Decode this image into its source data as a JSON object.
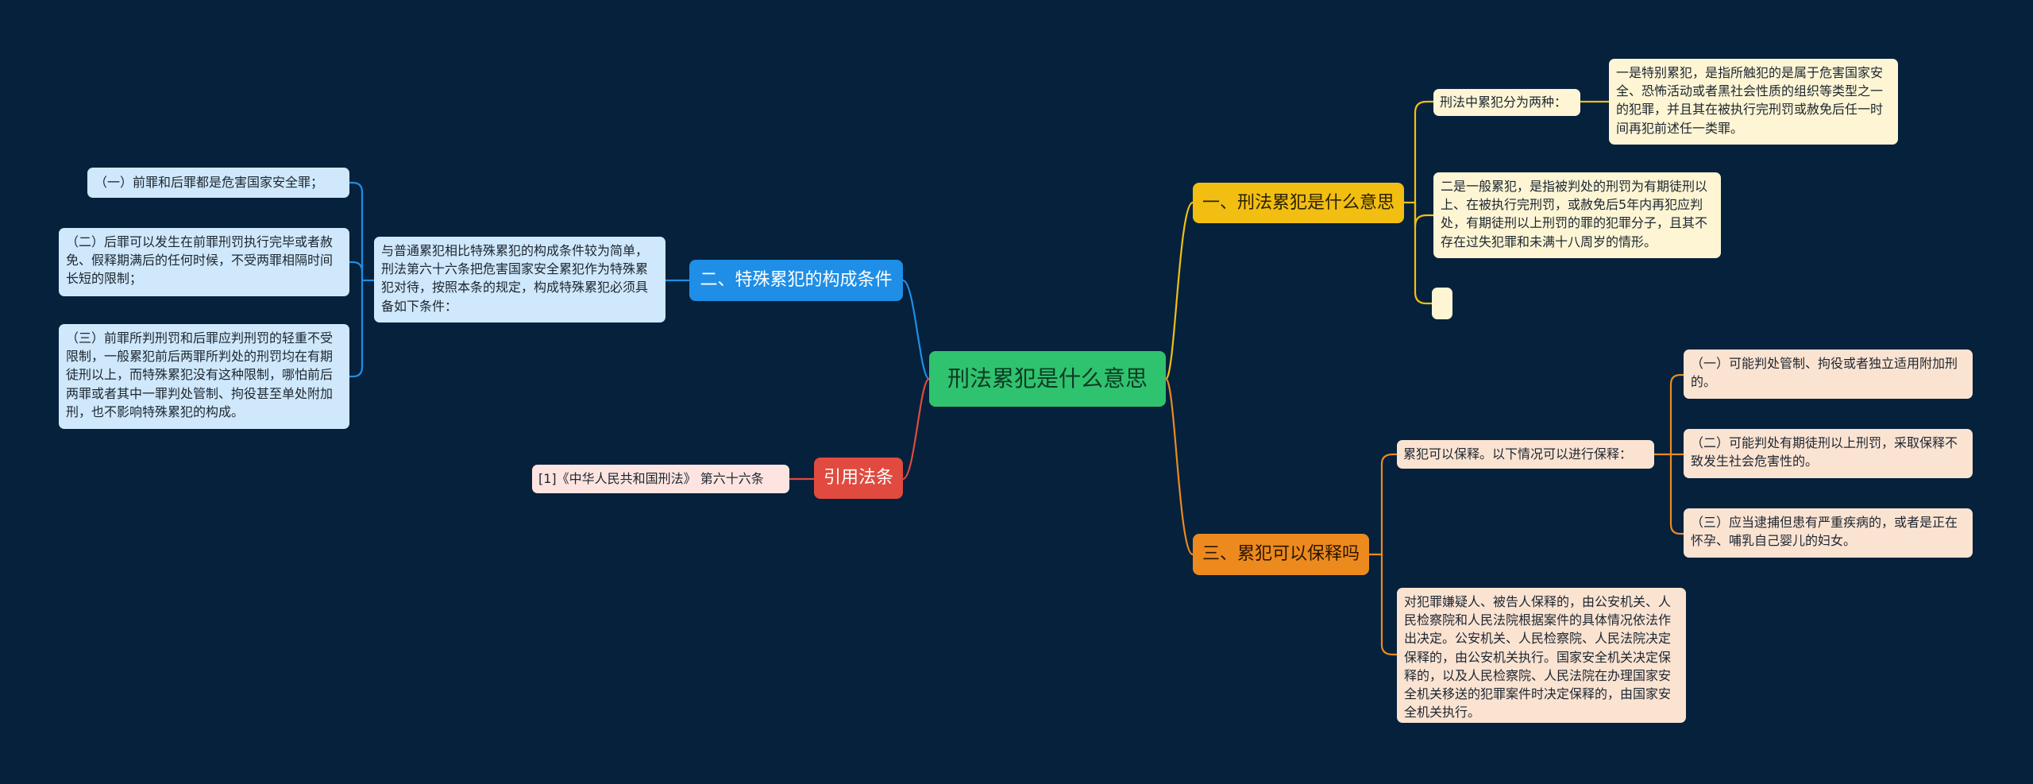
{
  "mindmap": {
    "root": "刑法累犯是什么意思",
    "branch1": {
      "title": "一、刑法累犯是什么意思",
      "sub_title": "刑法中累犯分为两种：",
      "special": "一是特别累犯，是指所触犯的是属于危害国家安全、恐怖活动或者黑社会性质的组织等类型之一的犯罪，并且其在被执行完刑罚或赦免后任一时间再犯前述任一类罪。",
      "general": "二是一般累犯，是指被判处的刑罚为有期徒刑以上、在被执行完刑罚，或赦免后5年内再犯应判处，有期徒刑以上刑罚的罪的犯罪分子，且其不存在过失犯罪和未满十八周岁的情形。",
      "empty": ""
    },
    "branch2": {
      "title": "二、特殊累犯的构成条件",
      "desc": "与普通累犯相比特殊累犯的构成条件较为简单，刑法第六十六条把危害国家安全累犯作为特殊累犯对待，按照本条的规定，构成特殊累犯必须具备如下条件：",
      "cond1": "（一）前罪和后罪都是危害国家安全罪；",
      "cond2": "（二）后罪可以发生在前罪刑罚执行完毕或者赦免、假释期满后的任何时候，不受两罪相隔时间长短的限制；",
      "cond3": "（三）前罪所判刑罚和后罪应判刑罚的轻重不受限制，一般累犯前后两罪所判处的刑罚均在有期徒刑以上，而特殊累犯没有这种限制，哪怕前后两罪或者其中一罪判处管制、拘役甚至单处附加刑，也不影响特殊累犯的构成。"
    },
    "branch3": {
      "title": "三、累犯可以保释吗",
      "sub_title": "累犯可以保释。以下情况可以进行保释：",
      "case1": "（一）可能判处管制、拘役或者独立适用附加刑的。",
      "case2": "（二）可能判处有期徒刑以上刑罚，采取保释不致发生社会危害性的。",
      "case3": "（三）应当逮捕但患有严重疾病的，或者是正在怀孕、哺乳自己婴儿的妇女。",
      "note": "对犯罪嫌疑人、被告人保释的，由公安机关、人民检察院和人民法院根据案件的具体情况依法作出决定。公安机关、人民检察院、人民法院决定保释的，由公安机关执行。国家安全机关决定保释的，以及人民检察院、人民法院在办理国家安全机关移送的犯罪案件时决定保释的，由国家安全机关执行。"
    },
    "branch4": {
      "title": "引用法条",
      "ref": "[1]《中华人民共和国刑法》 第六十六条"
    }
  },
  "colors": {
    "background": "#05213c",
    "root": "#2fc36f",
    "yellow": "#f2be12",
    "orange": "#ec8a1e",
    "blue": "#1f8ee6",
    "red": "#e14a3f"
  }
}
